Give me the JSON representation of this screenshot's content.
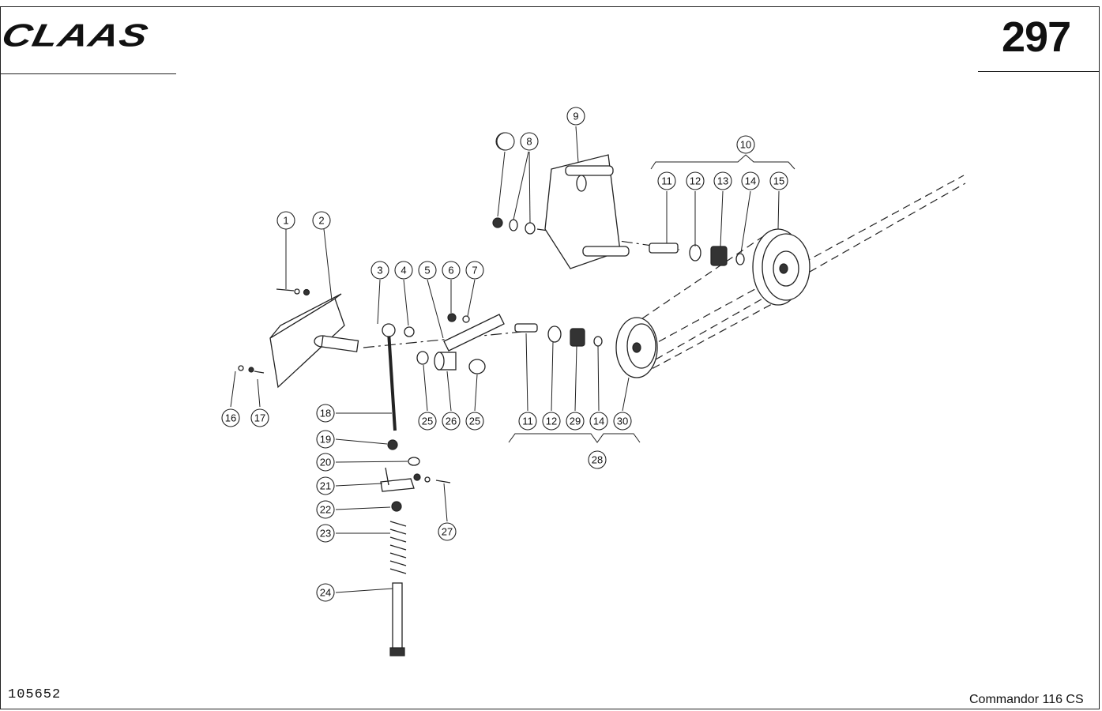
{
  "header": {
    "brand": "CLAAS",
    "page_number": "297"
  },
  "footer": {
    "drawing_number": "105652",
    "model": "Commandor 116 CS"
  },
  "callouts": [
    "1",
    "2",
    "3",
    "4",
    "5",
    "6",
    "7",
    "6",
    "7",
    "8",
    "9",
    "10",
    "11",
    "12",
    "13",
    "14",
    "15",
    "16",
    "17",
    "18",
    "19",
    "20",
    "21",
    "22",
    "23",
    "24",
    "25",
    "26",
    "25",
    "11",
    "12",
    "29",
    "14",
    "30",
    "28",
    "27"
  ]
}
